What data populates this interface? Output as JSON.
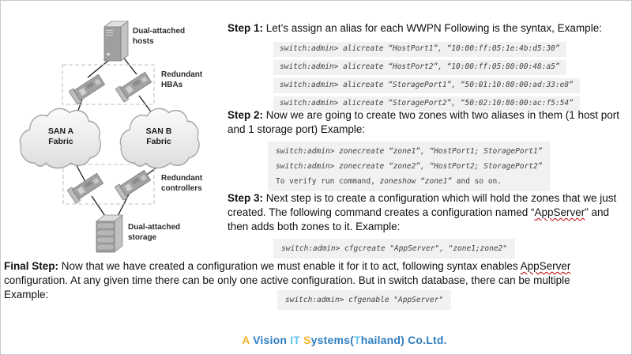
{
  "diagram": {
    "hosts_label": "Dual-attached\nhosts",
    "hbas_label": "Redundant\nHBAs",
    "san_a_label": "SAN A\nFabric",
    "san_b_label": "SAN B\nFabric",
    "controllers_label": "Redundant\ncontrollers",
    "storage_label": "Dual-attached\nstorage"
  },
  "steps": [
    {
      "prefix": "Step 1:",
      "text": " Let’s assign an alias for each WWPN Following is the syntax, Example:",
      "commands": [
        "switch:admin> alicreate “HostPort1”, “10:00:ff:05:1e:4b:d5:30”",
        "switch:admin> alicreate “HostPort2”, “10:00:ff:05:80:00:48:a5”",
        "switch:admin> alicreate “StoragePort1”, “50:01:10:80:00:ad:33:e8”",
        "switch:admin> alicreate “StoragePort2”, “50:02:10:80:00:ac:f5:54”"
      ]
    },
    {
      "prefix": "Step 2:",
      "text": " Now we are going to create two zones with two aliases in them (1 host port and 1 storage port) Example:",
      "commands": [
        "switch:admin> zonecreate “zone1”, “HostPort1; StoragePort1”",
        "switch:admin> zonecreate “zone2”, “HostPort2; StoragePort2”"
      ],
      "verify_pre": "To verify run command, ",
      "verify_code": "zoneshow “zone1”",
      "verify_post": " and so on."
    },
    {
      "prefix": "Step 3:",
      "text_before": " Next step is to create a configuration which will hold the zones that we just created. The following command creates a configuration named “",
      "highlight": "AppServer",
      "text_after": "” and then adds both zones to it. Example:",
      "command": "switch:admin> cfgcreate \"AppServer\", \"zone1;zone2\""
    }
  ],
  "final_step": {
    "prefix": "Final Step:",
    "text_before": " Now that we have created a configuration we must enable it for it to act, following syntax enables ",
    "highlight": "AppServer",
    "text_after": " configuration. At any given time there can be only one active configuration. But in switch database, there can be multiple",
    "example_label": "Example:",
    "command": "switch:admin> cfgenable \"AppServer\""
  },
  "footer": {
    "segments": [
      {
        "text": "A ",
        "color": "#f0b428"
      },
      {
        "text": "Vision ",
        "color": "#2e7ec0"
      },
      {
        "text": "IT ",
        "color": "#5fc3ea"
      },
      {
        "text": "S",
        "color": "#f0b428"
      },
      {
        "text": "ystems(",
        "color": "#2e7ec0"
      },
      {
        "text": "T",
        "color": "#5fc3ea"
      },
      {
        "text": "hailand) Co.Ltd.",
        "color": "#2e7ec0"
      }
    ]
  },
  "colors": {
    "command_bg": "#f1f1f1",
    "command_text": "#3f3f3f",
    "squiggle": "#c00000"
  }
}
